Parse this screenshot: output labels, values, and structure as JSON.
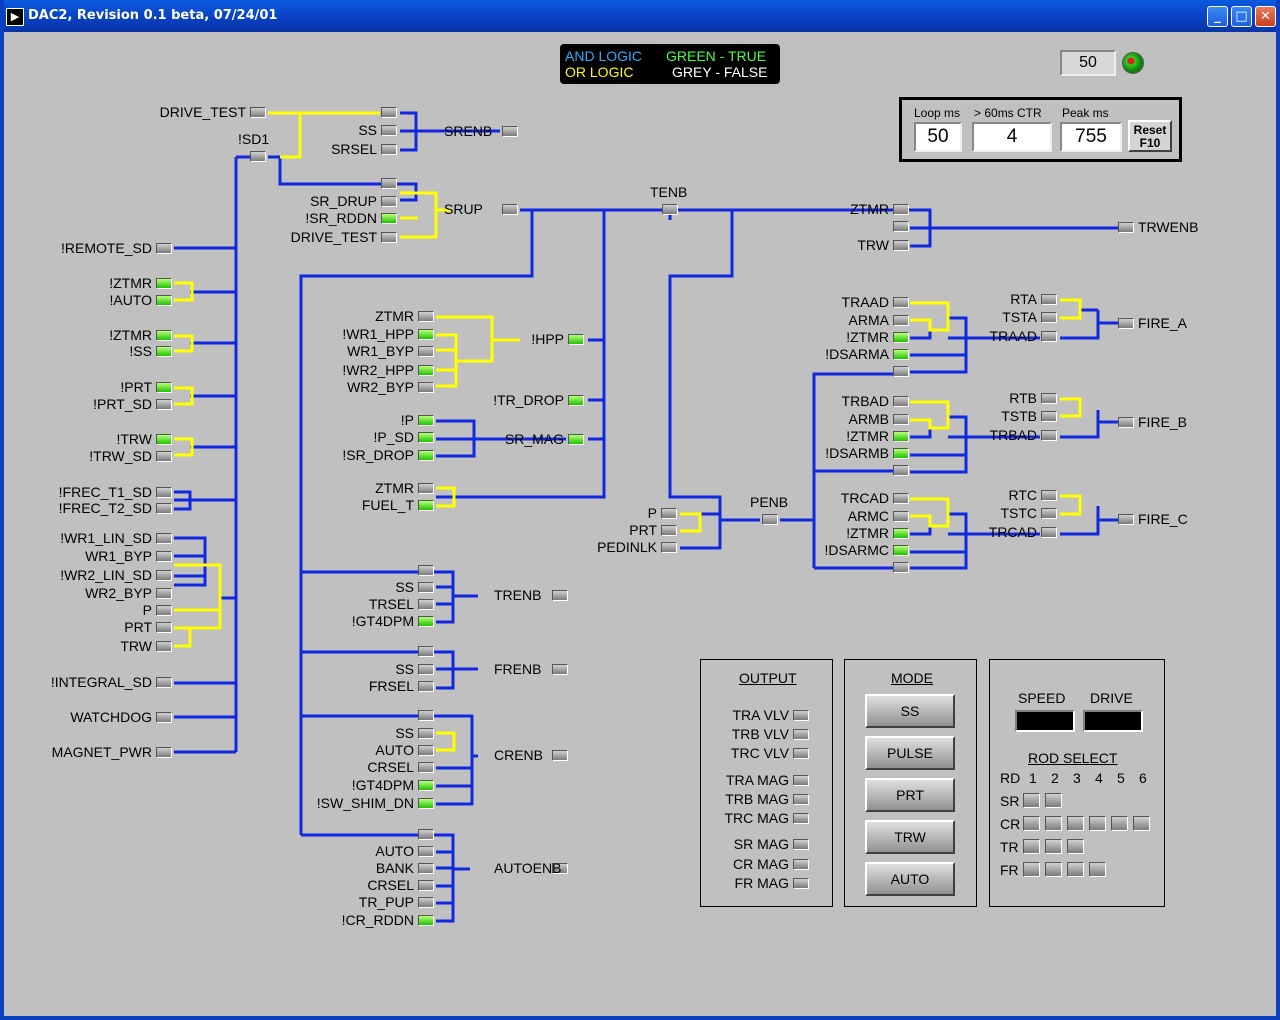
{
  "window": {
    "title": "DAC2, Revision 0.1 beta, 07/24/01",
    "app_icon": "labview-run-icon"
  },
  "legend": {
    "and_logic": "AND LOGIC",
    "or_logic": "OR LOGIC",
    "true_text": "GREEN - TRUE",
    "false_text": "GREY - FALSE",
    "colors": {
      "and": "#1060ff",
      "or": "#ffff00",
      "green": "#20c000",
      "grey": "#8a8a8a"
    }
  },
  "counter": {
    "value": "50",
    "indicator_color": "#20c000"
  },
  "timing": {
    "loop_label": "Loop ms",
    "loop_value": "50",
    "ctr_label": "> 60ms CTR",
    "ctr_value": "4",
    "peak_label": "Peak ms",
    "peak_value": "755",
    "reset_line1": "Reset",
    "reset_line2": "F10"
  },
  "nodes": [
    {
      "id": "drive_test_in",
      "label": "DRIVE_TEST",
      "on": false
    },
    {
      "id": "sd1",
      "label": "!SD1",
      "on": false
    },
    {
      "id": "remote_sd",
      "label": "!REMOTE_SD",
      "on": false
    },
    {
      "id": "ztmr1",
      "label": "!ZTMR",
      "on": true
    },
    {
      "id": "auto1",
      "label": "!AUTO",
      "on": true
    },
    {
      "id": "ztmr2",
      "label": "!ZTMR",
      "on": true
    },
    {
      "id": "ss2",
      "label": "!SS",
      "on": true
    },
    {
      "id": "prt1",
      "label": "!PRT",
      "on": true
    },
    {
      "id": "prt_sd",
      "label": "!PRT_SD",
      "on": false
    },
    {
      "id": "trw1",
      "label": "!TRW",
      "on": true
    },
    {
      "id": "trw_sd",
      "label": "!TRW_SD",
      "on": false
    },
    {
      "id": "frec_t1",
      "label": "!FREC_T1_SD",
      "on": false
    },
    {
      "id": "frec_t2",
      "label": "!FREC_T2_SD",
      "on": false
    },
    {
      "id": "wr1_lin",
      "label": "!WR1_LIN_SD",
      "on": false
    },
    {
      "id": "wr1_byp",
      "label": "WR1_BYP",
      "on": false
    },
    {
      "id": "wr2_lin",
      "label": "!WR2_LIN_SD",
      "on": false
    },
    {
      "id": "wr2_byp",
      "label": "WR2_BYP",
      "on": false
    },
    {
      "id": "p1",
      "label": "P",
      "on": false
    },
    {
      "id": "prt2",
      "label": "PRT",
      "on": false
    },
    {
      "id": "trw2",
      "label": "TRW",
      "on": false
    },
    {
      "id": "integral_sd",
      "label": "!INTEGRAL_SD",
      "on": false
    },
    {
      "id": "watchdog",
      "label": "WATCHDOG",
      "on": false
    },
    {
      "id": "magnet_pwr",
      "label": "MAGNET_PWR",
      "on": false
    },
    {
      "id": "srenb_in0",
      "label": "",
      "on": false
    },
    {
      "id": "srenb_ss",
      "label": "SS",
      "on": false
    },
    {
      "id": "srenb_srsel",
      "label": "SRSEL",
      "on": false
    },
    {
      "id": "srenb",
      "label": "SRENB",
      "on": false
    },
    {
      "id": "srup_in0",
      "label": "",
      "on": false
    },
    {
      "id": "sr_drup",
      "label": "SR_DRUP",
      "on": false
    },
    {
      "id": "sr_rddn",
      "label": "!SR_RDDN",
      "on": true
    },
    {
      "id": "drive_test2",
      "label": "DRIVE_TEST",
      "on": false
    },
    {
      "id": "srup",
      "label": "SRUP",
      "on": false
    },
    {
      "id": "tenb",
      "label": "TENB",
      "on": false
    },
    {
      "id": "hpp_ztmr",
      "label": "ZTMR",
      "on": false
    },
    {
      "id": "wr1_hpp",
      "label": "!WR1_HPP",
      "on": true
    },
    {
      "id": "wr1_byp2",
      "label": "WR1_BYP",
      "on": false
    },
    {
      "id": "wr2_hpp",
      "label": "!WR2_HPP",
      "on": true
    },
    {
      "id": "wr2_byp2",
      "label": "WR2_BYP",
      "on": false
    },
    {
      "id": "hpp",
      "label": "!HPP",
      "on": true
    },
    {
      "id": "tr_drop",
      "label": "!TR_DROP",
      "on": true
    },
    {
      "id": "ip",
      "label": "!P",
      "on": true
    },
    {
      "id": "ip_sd",
      "label": "!P_SD",
      "on": true
    },
    {
      "id": "isr_drop",
      "label": "!SR_DROP",
      "on": true
    },
    {
      "id": "sr_mag",
      "label": "SR_MAG",
      "on": true
    },
    {
      "id": "fuel_ztmr",
      "label": "ZTMR",
      "on": false
    },
    {
      "id": "fuel_t",
      "label": "FUEL_T",
      "on": true
    },
    {
      "id": "trenb_in0",
      "label": "",
      "on": false
    },
    {
      "id": "trenb_ss",
      "label": "SS",
      "on": false
    },
    {
      "id": "trsel",
      "label": "TRSEL",
      "on": false
    },
    {
      "id": "trenb_gt4",
      "label": "!GT4DPM",
      "on": true
    },
    {
      "id": "trenb",
      "label": "TRENB",
      "on": false
    },
    {
      "id": "frenb_in0",
      "label": "",
      "on": false
    },
    {
      "id": "frenb_ss",
      "label": "SS",
      "on": false
    },
    {
      "id": "frsel",
      "label": "FRSEL",
      "on": false
    },
    {
      "id": "frenb",
      "label": "FRENB",
      "on": false
    },
    {
      "id": "crenb_in0",
      "label": "",
      "on": false
    },
    {
      "id": "crenb_ss",
      "label": "SS",
      "on": false
    },
    {
      "id": "crenb_auto",
      "label": "AUTO",
      "on": false
    },
    {
      "id": "crsel",
      "label": "CRSEL",
      "on": false
    },
    {
      "id": "crenb_gt4",
      "label": "!GT4DPM",
      "on": true
    },
    {
      "id": "sw_shim",
      "label": "!SW_SHIM_DN",
      "on": true
    },
    {
      "id": "crenb",
      "label": "CRENB",
      "on": false
    },
    {
      "id": "auto_in0",
      "label": "",
      "on": false
    },
    {
      "id": "auto_auto",
      "label": "AUTO",
      "on": false
    },
    {
      "id": "bank",
      "label": "BANK",
      "on": false
    },
    {
      "id": "auto_crsel",
      "label": "CRSEL",
      "on": false
    },
    {
      "id": "tr_pup",
      "label": "TR_PUP",
      "on": false
    },
    {
      "id": "cr_rddn",
      "label": "!CR_RDDN",
      "on": true
    },
    {
      "id": "autoenb",
      "label": "AUTOENB",
      "on": false
    },
    {
      "id": "pen_p",
      "label": "P",
      "on": false
    },
    {
      "id": "pen_prt",
      "label": "PRT",
      "on": false
    },
    {
      "id": "pedinlk",
      "label": "PEDINLK",
      "on": false
    },
    {
      "id": "penb",
      "label": "PENB",
      "on": false
    },
    {
      "id": "trw_ztmr",
      "label": "ZTMR",
      "on": false
    },
    {
      "id": "trw_in0",
      "label": "",
      "on": false
    },
    {
      "id": "trw_trw",
      "label": "TRW",
      "on": false
    },
    {
      "id": "trwenb",
      "label": "TRWENB",
      "on": false
    },
    {
      "id": "traad",
      "label": "TRAAD",
      "on": false
    },
    {
      "id": "arma",
      "label": "ARMA",
      "on": false
    },
    {
      "id": "ztmra",
      "label": "!ZTMR",
      "on": true
    },
    {
      "id": "dsarma",
      "label": "!DSARMA",
      "on": true
    },
    {
      "id": "a_pen",
      "label": "",
      "on": false
    },
    {
      "id": "rta",
      "label": "RTA",
      "on": false
    },
    {
      "id": "tsta",
      "label": "TSTA",
      "on": false
    },
    {
      "id": "traad2",
      "label": "TRAAD",
      "on": false
    },
    {
      "id": "fire_a",
      "label": "FIRE_A",
      "on": false
    },
    {
      "id": "trbad",
      "label": "TRBAD",
      "on": false
    },
    {
      "id": "armb",
      "label": "ARMB",
      "on": false
    },
    {
      "id": "ztmrb",
      "label": "!ZTMR",
      "on": true
    },
    {
      "id": "dsarmb",
      "label": "!DSARMB",
      "on": true
    },
    {
      "id": "b_pen",
      "label": "",
      "on": false
    },
    {
      "id": "rtb",
      "label": "RTB",
      "on": false
    },
    {
      "id": "tstb",
      "label": "TSTB",
      "on": false
    },
    {
      "id": "trbad2",
      "label": "TRBAD",
      "on": false
    },
    {
      "id": "fire_b",
      "label": "FIRE_B",
      "on": false
    },
    {
      "id": "trcad",
      "label": "TRCAD",
      "on": false
    },
    {
      "id": "armc",
      "label": "ARMC",
      "on": false
    },
    {
      "id": "ztmrc",
      "label": "!ZTMR",
      "on": true
    },
    {
      "id": "dsarmc",
      "label": "!DSARMC",
      "on": true
    },
    {
      "id": "c_pen",
      "label": "",
      "on": false
    },
    {
      "id": "rtc",
      "label": "RTC",
      "on": false
    },
    {
      "id": "tstc",
      "label": "TSTC",
      "on": false
    },
    {
      "id": "trcad2",
      "label": "TRCAD",
      "on": false
    },
    {
      "id": "fire_c",
      "label": "FIRE_C",
      "on": false
    }
  ],
  "output_panel": {
    "title": "OUTPUT",
    "items": [
      "TRA VLV",
      "TRB VLV",
      "TRC VLV",
      "TRA MAG",
      "TRB MAG",
      "TRC MAG",
      "SR MAG",
      "CR MAG",
      "FR MAG"
    ]
  },
  "mode_panel": {
    "title": "MODE",
    "buttons": [
      "SS",
      "PULSE",
      "PRT",
      "TRW",
      "AUTO"
    ]
  },
  "rod_panel": {
    "speed_label": "SPEED",
    "drive_label": "DRIVE",
    "rod_select_label": "ROD SELECT",
    "rd_label": "RD",
    "columns": [
      "1",
      "2",
      "3",
      "4",
      "5",
      "6"
    ],
    "rows": [
      {
        "label": "SR",
        "count": 2
      },
      {
        "label": "CR",
        "count": 6
      },
      {
        "label": "TR",
        "count": 3
      },
      {
        "label": "FR",
        "count": 4
      }
    ]
  }
}
